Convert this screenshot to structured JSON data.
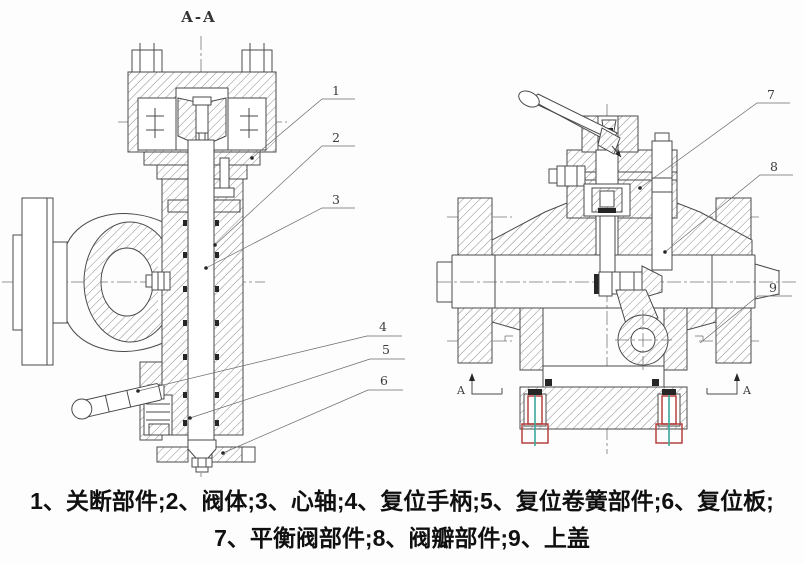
{
  "figure": {
    "section_view_label": "A-A",
    "callouts": [
      "1",
      "2",
      "3",
      "4",
      "5",
      "6",
      "7",
      "8",
      "9"
    ],
    "section_markers": {
      "left": "A",
      "right": "A"
    },
    "parts": [
      {
        "no": "1",
        "name": "关断部件"
      },
      {
        "no": "2",
        "name": "阀体"
      },
      {
        "no": "3",
        "name": "心轴"
      },
      {
        "no": "4",
        "name": "复位手柄"
      },
      {
        "no": "5",
        "name": "复位卷簧部件"
      },
      {
        "no": "6",
        "name": "复位板"
      },
      {
        "no": "7",
        "name": "平衡阀部件"
      },
      {
        "no": "8",
        "name": "阀瓣部件"
      },
      {
        "no": "9",
        "name": "上盖"
      }
    ],
    "colors": {
      "line": "#4a4a4a",
      "hatch": "#8a8a8a",
      "bolt_red": "#b23434",
      "bolt_teal": "#38a79b",
      "background": "#fdfdfd",
      "text": "#101010"
    }
  },
  "caption": {
    "line1": "1、关断部件;2、阀体;3、心轴;4、复位手柄;5、复位卷簧部件;6、复位板;",
    "line2": "7、平衡阀部件;8、阀瓣部件;9、上盖"
  }
}
